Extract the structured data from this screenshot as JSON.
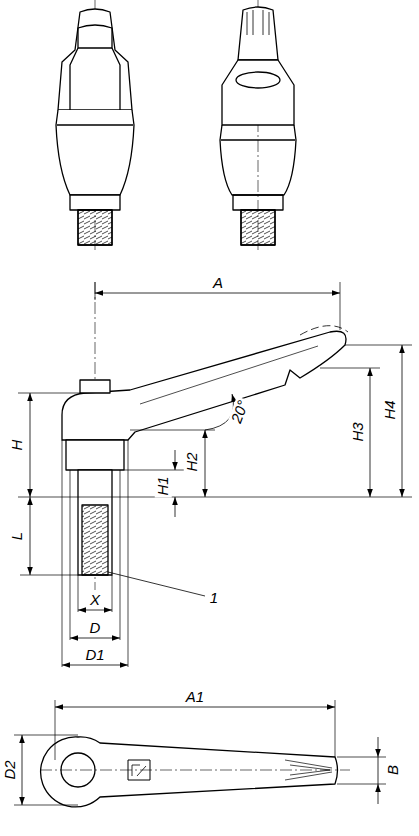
{
  "diagram": {
    "labels": [
      "A",
      "H",
      "20°",
      "H2",
      "H3",
      "H4",
      "H1",
      "L",
      "1",
      "X",
      "D",
      "D1",
      "A1",
      "D2",
      "B"
    ]
  }
}
